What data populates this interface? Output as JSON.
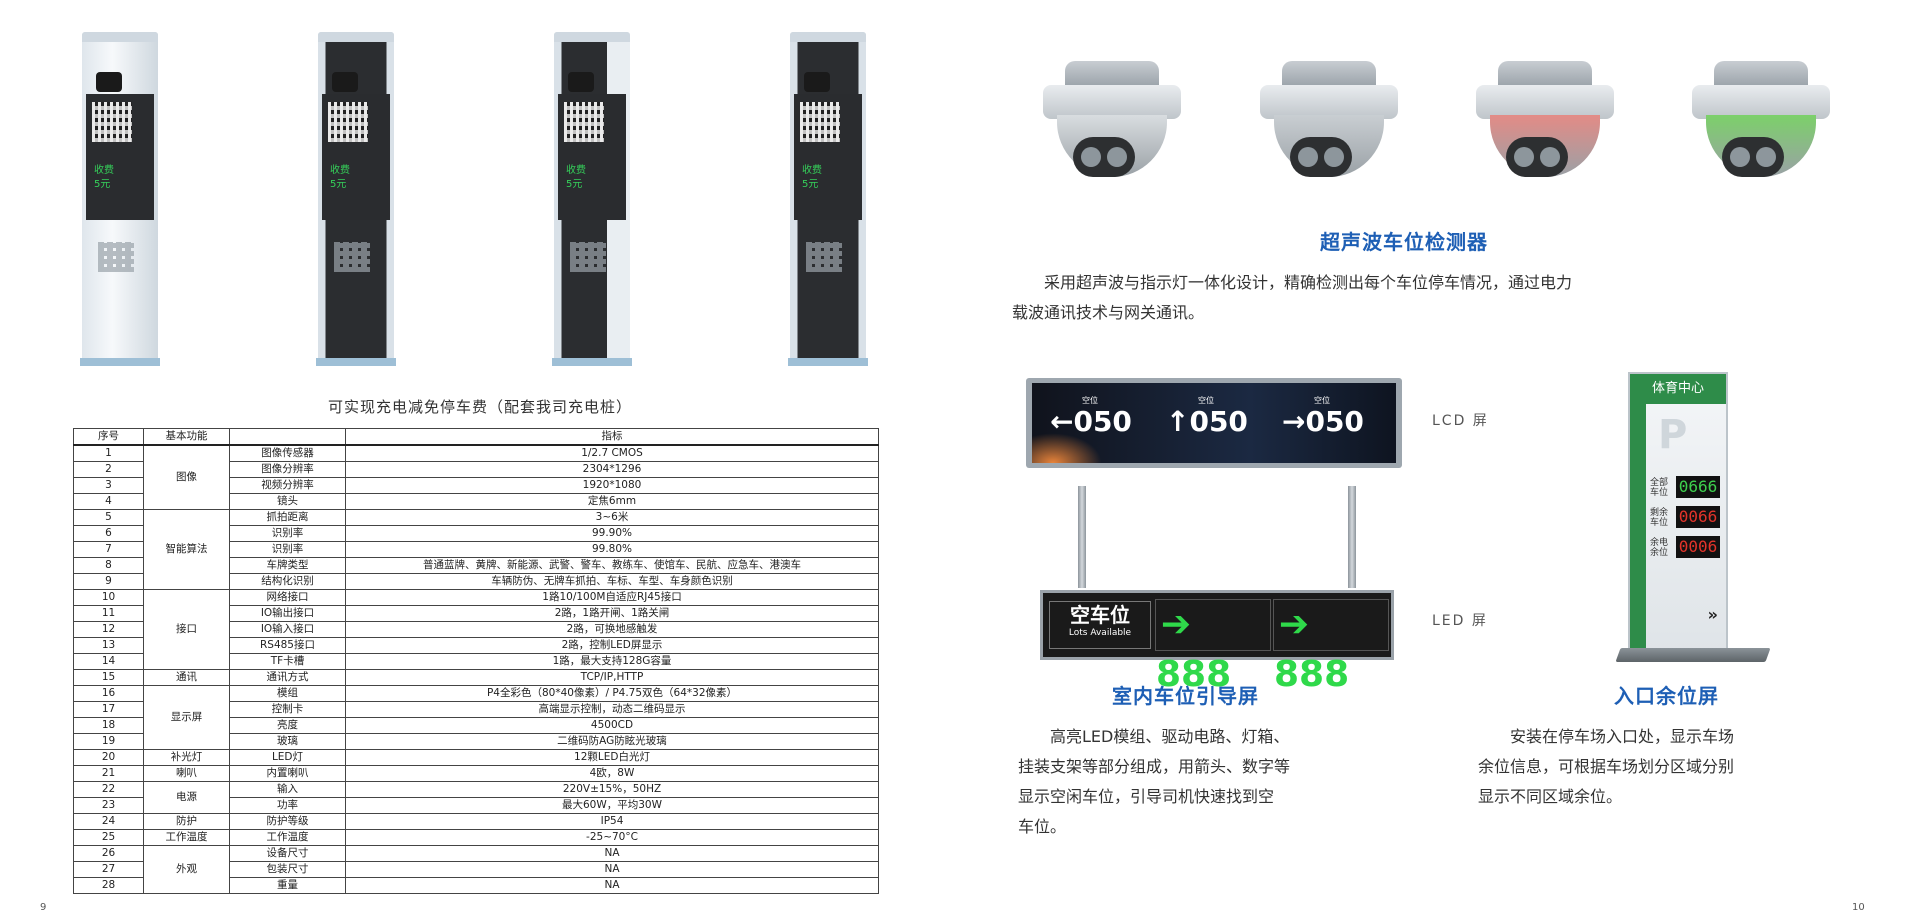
{
  "left_page": {
    "caption": "可实现充电减免停车费（配套我司充电桩）",
    "pillars": [
      {
        "fee_label": "收费",
        "fee_value": "5元"
      },
      {
        "fee_label": "收费",
        "fee_value": "5元"
      },
      {
        "fee_label": "收费",
        "fee_value": "5元"
      },
      {
        "fee_label": "收费",
        "fee_value": "5元"
      }
    ],
    "table": {
      "headers": [
        "序号",
        "基本功能",
        "",
        "指标"
      ],
      "rows": [
        [
          "1",
          "图像",
          "图像传感器",
          "1/2.7 CMOS"
        ],
        [
          "2",
          "",
          "图像分辨率",
          "2304*1296"
        ],
        [
          "3",
          "",
          "视频分辨率",
          "1920*1080"
        ],
        [
          "4",
          "",
          "镜头",
          "定焦6mm"
        ],
        [
          "5",
          "智能算法",
          "抓拍距离",
          "3~6米"
        ],
        [
          "6",
          "",
          "识别率",
          "99.90%"
        ],
        [
          "7",
          "",
          "识别率",
          "99.80%"
        ],
        [
          "8",
          "",
          "车牌类型",
          "普通蓝牌、黄牌、新能源、武警、警车、教练车、使馆车、民航、应急车、港澳车"
        ],
        [
          "9",
          "",
          "结构化识别",
          "车辆防伪、无牌车抓拍、车标、车型、车身颜色识别"
        ],
        [
          "10",
          "接口",
          "网络接口",
          "1路10/100M自适应RJ45接口"
        ],
        [
          "11",
          "",
          "IO输出接口",
          "2路，1路开闸、1路关闸"
        ],
        [
          "12",
          "",
          "IO输入接口",
          "2路，可换地感触发"
        ],
        [
          "13",
          "",
          "RS485接口",
          "2路，控制LED屏显示"
        ],
        [
          "14",
          "",
          "TF卡槽",
          "1路，最大支持128G容量"
        ],
        [
          "15",
          "通讯",
          "通讯方式",
          "TCP/IP,HTTP"
        ],
        [
          "16",
          "显示屏",
          "模组",
          "P4全彩色（80*40像素）/ P4.75双色（64*32像素）"
        ],
        [
          "17",
          "",
          "控制卡",
          "高端显示控制，动态二维码显示"
        ],
        [
          "18",
          "",
          "亮度",
          "4500CD"
        ],
        [
          "19",
          "",
          "玻璃",
          "二维码防AG防眩光玻璃"
        ],
        [
          "20",
          "补光灯",
          "LED灯",
          "12颗LED白光灯"
        ],
        [
          "21",
          "喇叭",
          "内置喇叭",
          "4欧，8W"
        ],
        [
          "22",
          "电源",
          "输入",
          "220V±15%，50HZ"
        ],
        [
          "23",
          "",
          "功率",
          "最大60W，平均30W"
        ],
        [
          "24",
          "防护",
          "防护等级",
          "IP54"
        ],
        [
          "25",
          "工作温度",
          "工作温度",
          "-25~70°C"
        ],
        [
          "26",
          "外观",
          "设备尺寸",
          "NA"
        ],
        [
          "27",
          "",
          "包装尺寸",
          "NA"
        ],
        [
          "28",
          "",
          "重量",
          "NA"
        ]
      ]
    },
    "page_number": "9"
  },
  "right_page": {
    "sensor_title": "超声波车位检测器",
    "sensor_desc_line1": "采用超声波与指示灯一体化设计，精确检测出每个车位停车情况，通过电力",
    "sensor_desc_line2": "载波通讯技术与网关通讯。",
    "sensor_colors": [
      "#d9dde0",
      "#c9ced2",
      "#e38b86",
      "#7cd06a"
    ],
    "lcd": {
      "slots": [
        {
          "arrow": "←",
          "label": "空位",
          "value": "050"
        },
        {
          "arrow": "↑",
          "label": "空位",
          "value": "050"
        },
        {
          "arrow": "→",
          "label": "空位",
          "value": "050"
        }
      ]
    },
    "lcd_label": "LCD 屏",
    "led": {
      "title": "空车位",
      "subtitle": "Lots Available",
      "segments": [
        {
          "arrow": "➔",
          "value": "888"
        },
        {
          "arrow": "➔",
          "value": "888"
        }
      ]
    },
    "led_label": "LED 屏",
    "guide_title": "室内车位引导屏",
    "guide_desc": [
      "高亮LED模组、驱动电路、灯箱、",
      "挂装支架等部分组成，用箭头、数字等",
      "显示空闲车位，引导司机快速找到空",
      "车位。"
    ],
    "sign": {
      "header": "体育中心",
      "letter": "P",
      "rows": [
        {
          "label": "全部车位",
          "value": "0666",
          "color": "#3ed04e"
        },
        {
          "label": "剩余车位",
          "value": "0066",
          "color": "#e2342a"
        },
        {
          "label": "余电余位",
          "value": "0006",
          "color": "#e2342a"
        }
      ],
      "chevron": "»"
    },
    "entry_title": "入口余位屏",
    "entry_desc": [
      "安装在停车场入口处，显示车场",
      "余位信息，可根据车场划分区域分别",
      "显示不同区域余位。"
    ],
    "page_number": "10"
  }
}
